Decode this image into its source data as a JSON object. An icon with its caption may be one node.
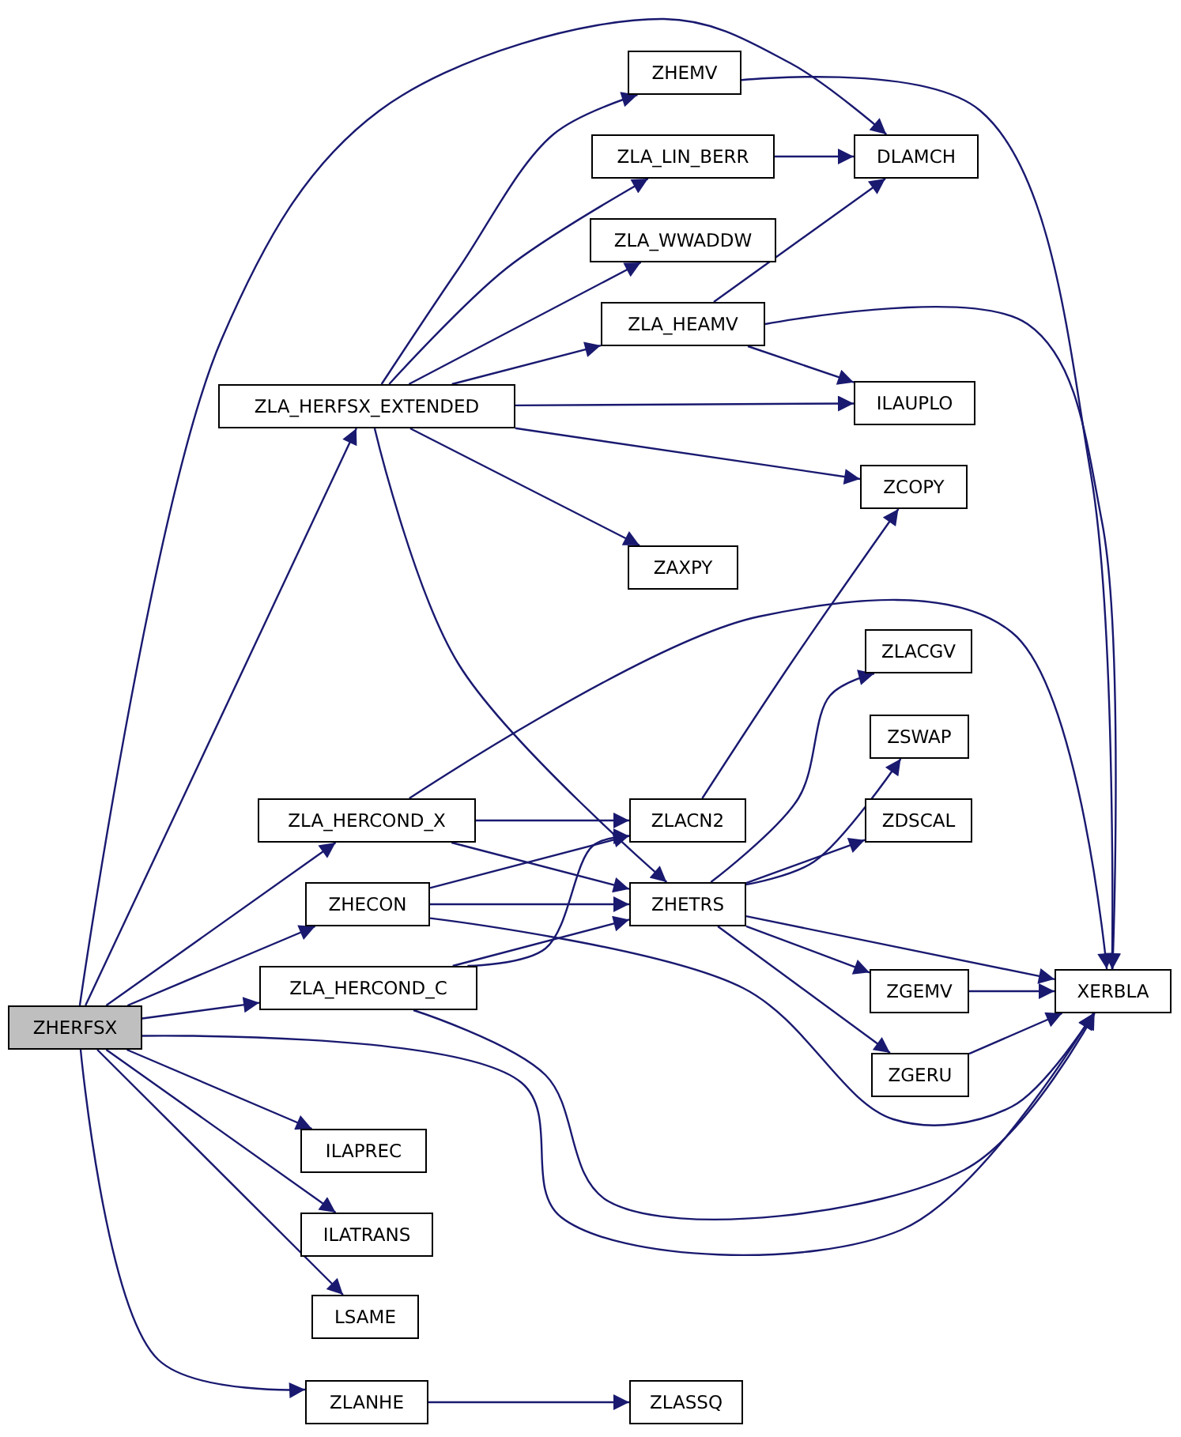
{
  "diagram": {
    "nodes": [
      {
        "text": [
          "ZHERFSX"
        ]
      },
      {
        "text": [
          "ZLA_HERFSX_EXTENDED"
        ]
      },
      {
        "text": [
          "ZHEMV"
        ]
      },
      {
        "text": [
          "ZLA_LIN_BERR"
        ]
      },
      {
        "text": [
          "ZLA_WWADDW"
        ]
      },
      {
        "text": [
          "ZLA_HEAMV"
        ]
      },
      {
        "text": [
          "DLAMCH"
        ]
      },
      {
        "text": [
          "ILAUPLO"
        ]
      },
      {
        "text": [
          "ZCOPY"
        ]
      },
      {
        "text": [
          "ZAXPY"
        ]
      },
      {
        "text": [
          "ZLA_HERCOND_X"
        ]
      },
      {
        "text": [
          "ZHECON"
        ]
      },
      {
        "text": [
          "ZLA_HERCOND_C"
        ]
      },
      {
        "text": [
          "ZLACN2"
        ]
      },
      {
        "text": [
          "ZHETRS"
        ]
      },
      {
        "text": [
          "ZLACGV"
        ]
      },
      {
        "text": [
          "ZSWAP"
        ]
      },
      {
        "text": [
          "ZDSCAL"
        ]
      },
      {
        "text": [
          "ZGEMV"
        ]
      },
      {
        "text": [
          "ZGERU"
        ]
      },
      {
        "text": [
          "XERBLA"
        ]
      },
      {
        "text": [
          "ILAPREC"
        ]
      },
      {
        "text": [
          "ILATRANS"
        ]
      },
      {
        "text": [
          "LSAME"
        ]
      },
      {
        "text": [
          "ZLANHE"
        ]
      },
      {
        "text": [
          "ZLASSQ"
        ]
      }
    ],
    "edges": [
      {
        "from": 0,
        "to": 1,
        "arrow": "to"
      },
      {
        "from": 0,
        "to": 6,
        "arrow": "to"
      },
      {
        "from": 0,
        "to": 10,
        "arrow": "to"
      },
      {
        "from": 0,
        "to": 11,
        "arrow": "to"
      },
      {
        "from": 0,
        "to": 12,
        "arrow": "to"
      },
      {
        "from": 0,
        "to": 20,
        "arrow": "to"
      },
      {
        "from": 0,
        "to": 21,
        "arrow": "to"
      },
      {
        "from": 0,
        "to": 22,
        "arrow": "to"
      },
      {
        "from": 0,
        "to": 23,
        "arrow": "to"
      },
      {
        "from": 0,
        "to": 24,
        "arrow": "to"
      },
      {
        "from": 1,
        "to": 2,
        "arrow": "to"
      },
      {
        "from": 1,
        "to": 3,
        "arrow": "to"
      },
      {
        "from": 1,
        "to": 4,
        "arrow": "to"
      },
      {
        "from": 1,
        "to": 5,
        "arrow": "to"
      },
      {
        "from": 1,
        "to": 7,
        "arrow": "to"
      },
      {
        "from": 1,
        "to": 8,
        "arrow": "to"
      },
      {
        "from": 1,
        "to": 9,
        "arrow": "to"
      },
      {
        "from": 1,
        "to": 14,
        "arrow": "to"
      },
      {
        "from": 2,
        "to": 20,
        "arrow": "to"
      },
      {
        "from": 3,
        "to": 6,
        "arrow": "to"
      },
      {
        "from": 5,
        "to": 6,
        "arrow": "to"
      },
      {
        "from": 5,
        "to": 7,
        "arrow": "to"
      },
      {
        "from": 5,
        "to": 20,
        "arrow": "to"
      },
      {
        "from": 10,
        "to": 13,
        "arrow": "to"
      },
      {
        "from": 10,
        "to": 14,
        "arrow": "to"
      },
      {
        "from": 10,
        "to": 20,
        "arrow": "to"
      },
      {
        "from": 11,
        "to": 13,
        "arrow": "to"
      },
      {
        "from": 11,
        "to": 14,
        "arrow": "to"
      },
      {
        "from": 11,
        "to": 20,
        "arrow": "to"
      },
      {
        "from": 12,
        "to": 13,
        "arrow": "to"
      },
      {
        "from": 12,
        "to": 14,
        "arrow": "to"
      },
      {
        "from": 12,
        "to": 20,
        "arrow": "to"
      },
      {
        "from": 13,
        "to": 8,
        "arrow": "to"
      },
      {
        "from": 14,
        "to": 15,
        "arrow": "to"
      },
      {
        "from": 14,
        "to": 16,
        "arrow": "to"
      },
      {
        "from": 14,
        "to": 17,
        "arrow": "to"
      },
      {
        "from": 14,
        "to": 18,
        "arrow": "to"
      },
      {
        "from": 14,
        "to": 19,
        "arrow": "to"
      },
      {
        "from": 14,
        "to": 20,
        "arrow": "to"
      },
      {
        "from": 18,
        "to": 20,
        "arrow": "to"
      },
      {
        "from": 19,
        "to": 20,
        "arrow": "to"
      },
      {
        "from": 24,
        "to": 25,
        "arrow": "to"
      }
    ]
  }
}
